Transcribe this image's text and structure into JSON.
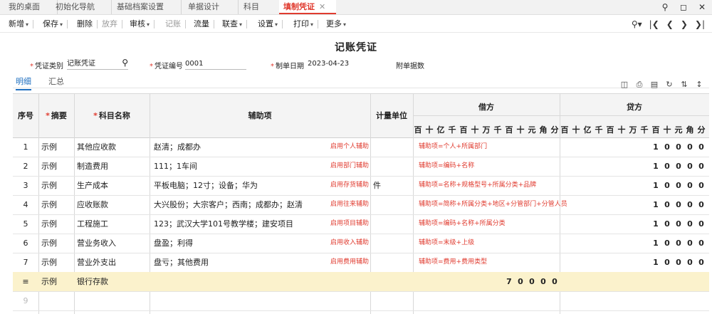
{
  "tabs": [
    {
      "label": "我的桌面"
    },
    {
      "label": "初始化导航"
    },
    {
      "label": "基础档案设置"
    },
    {
      "label": "单据设计"
    },
    {
      "label": "科目"
    },
    {
      "label": "填制凭证",
      "close": "✕"
    }
  ],
  "toolbar": [
    {
      "label": "新增",
      "caret": "▾"
    },
    {
      "label": "保存",
      "caret": "▾"
    },
    {
      "label": "删除"
    },
    {
      "label": "放弃"
    },
    {
      "label": "审核",
      "caret": "▾"
    },
    {
      "label": "记账"
    },
    {
      "label": "流量"
    },
    {
      "label": "联查",
      "caret": "▾"
    },
    {
      "label": "设置",
      "caret": "▾"
    },
    {
      "label": "打印",
      "caret": "▾"
    },
    {
      "label": "更多",
      "caret": "▾"
    }
  ],
  "title": "记账凭证",
  "form": {
    "type_label": "凭证类别",
    "type_value": "记账凭证",
    "no_label": "凭证编号",
    "no_value": "0001",
    "date_label": "制单日期",
    "date_value": "2023-04-23",
    "attach_label": "附单据数",
    "required_mark": "*"
  },
  "subtabs": [
    {
      "label": "明细"
    },
    {
      "label": "汇总"
    }
  ],
  "columns": {
    "seq": "序号",
    "summary": "摘要",
    "account": "科目名称",
    "aux": "辅助项",
    "unit": "计量单位",
    "debit": "借方",
    "credit": "贷方",
    "digits": [
      "百",
      "十",
      "亿",
      "千",
      "百",
      "十",
      "万",
      "千",
      "百",
      "十",
      "元",
      "角",
      "分"
    ]
  },
  "rows": [
    {
      "seq": "1",
      "summary": "示例",
      "account": "其他应收款",
      "aux": "赵清；成都办",
      "aux_link": "启用个人辅助",
      "unit": "",
      "note": "辅助项=个人+所属部门",
      "credit": [
        "1",
        "0",
        "0",
        "0",
        "0"
      ]
    },
    {
      "seq": "2",
      "summary": "示例",
      "account": "制造费用",
      "aux": "111；1车间",
      "aux_link": "启用部门辅助",
      "unit": "",
      "note": "辅助项=编码+名称",
      "credit": [
        "1",
        "0",
        "0",
        "0",
        "0"
      ]
    },
    {
      "seq": "3",
      "summary": "示例",
      "account": "生产成本",
      "aux": "平板电脑；12寸；设备；华为",
      "aux_link": "启用存货辅助",
      "unit": "件",
      "note": "辅助项=名称+规格型号+所属分类+品牌",
      "credit": [
        "1",
        "0",
        "0",
        "0",
        "0"
      ]
    },
    {
      "seq": "4",
      "summary": "示例",
      "account": "应收账款",
      "aux": "大兴股份；大宗客户；西南；成都办；赵清",
      "aux_link": "启用往来辅助",
      "unit": "",
      "note": "辅助项=简称+所属分类+地区+分管部门+分管人员",
      "credit": [
        "1",
        "0",
        "0",
        "0",
        "0"
      ]
    },
    {
      "seq": "5",
      "summary": "示例",
      "account": "工程施工",
      "aux": "123；武汉大学101号教学楼；建安项目",
      "aux_link": "启用项目辅助",
      "unit": "",
      "note": "辅助项=编码+名称+所属分类",
      "credit": [
        "1",
        "0",
        "0",
        "0",
        "0"
      ]
    },
    {
      "seq": "6",
      "summary": "示例",
      "account": "营业务收入",
      "aux": "盘盈；利得",
      "aux_link": "启用收入辅助",
      "unit": "",
      "note": "辅助项=末级+上级",
      "credit": [
        "1",
        "0",
        "0",
        "0",
        "0"
      ]
    },
    {
      "seq": "7",
      "summary": "示例",
      "account": "营业外支出",
      "aux": "盘亏；其他费用",
      "aux_link": "启用费用辅助",
      "unit": "",
      "note": "辅助项=费用+费用类型",
      "credit": [
        "1",
        "0",
        "0",
        "0",
        "0"
      ]
    },
    {
      "seq": "≡",
      "summary": "示例",
      "account": "银行存款",
      "aux": "",
      "aux_link": "",
      "unit": "",
      "note": "",
      "debit": [
        "7",
        "0",
        "0",
        "0",
        "0"
      ],
      "credit": []
    },
    {
      "seq": "9",
      "summary": "",
      "account": "",
      "aux": "",
      "aux_link": "",
      "unit": "",
      "note": "",
      "credit": []
    }
  ],
  "colors": {
    "accent": "#e03b2f",
    "link": "#2070c0",
    "highlight": "#fbf2cc"
  }
}
